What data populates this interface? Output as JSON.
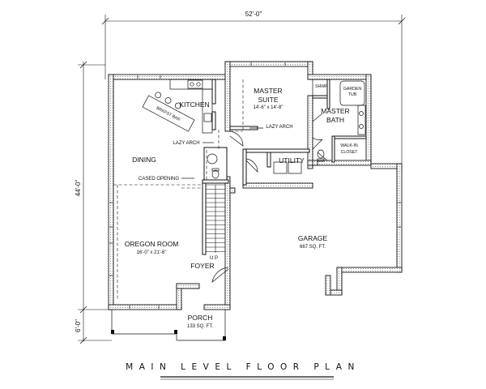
{
  "dimensions": {
    "overall_width": "52'-0\"",
    "overall_depth": "44'-0\"",
    "porch_depth": "6'-0\""
  },
  "rooms": {
    "master_suite": {
      "name_line1": "MASTER",
      "name_line2": "SUITE",
      "size": "14'-6\" x 14'-8\""
    },
    "master_bath": {
      "name_line1": "MASTER",
      "name_line2": "BATH"
    },
    "kitchen": {
      "name": "KITCHEN"
    },
    "dining": {
      "name": "DINING"
    },
    "oregon_room": {
      "name": "OREGON ROOM",
      "size": "16'-0\" x 21'-6\""
    },
    "foyer": {
      "name": "FOYER"
    },
    "porch": {
      "name": "PORCH",
      "size": "133 SQ. FT."
    },
    "garage": {
      "name": "GARAGE",
      "size": "667 SQ. FT."
    },
    "utility": {
      "name": "UTILITY"
    },
    "shower": {
      "name": "SHWR"
    },
    "garden_tub": {
      "name_line1": "GARDEN",
      "name_line2": "TUB"
    },
    "walk_in_closet": {
      "name_line1": "WALK-IN",
      "name_line2": "CLOSET"
    }
  },
  "annotations": {
    "lazy_arch_kitchen": "LAZY ARCH",
    "lazy_arch_suite": "LAZY ARCH",
    "cased_opening": "CASED OPENING",
    "breakfast_bar": "BRKFST BAR",
    "stair_up": "U P"
  },
  "caption": "MAIN LEVEL FLOOR PLAN"
}
